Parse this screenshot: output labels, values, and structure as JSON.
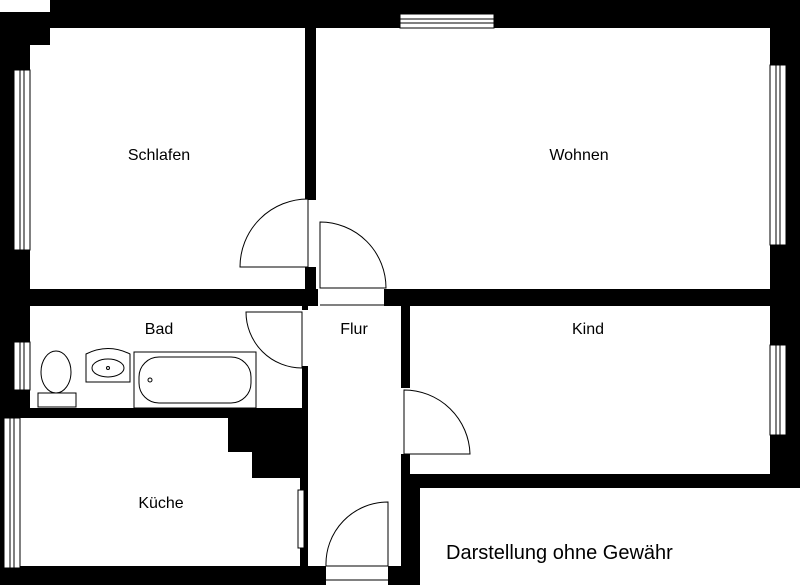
{
  "rooms": {
    "schlafen": "Schlafen",
    "wohnen": "Wohnen",
    "bad": "Bad",
    "flur": "Flur",
    "kind": "Kind",
    "kueche": "Küche"
  },
  "disclaimer": "Darstellung ohne Gewähr",
  "colors": {
    "wall": "#000000",
    "background": "#ffffff"
  }
}
